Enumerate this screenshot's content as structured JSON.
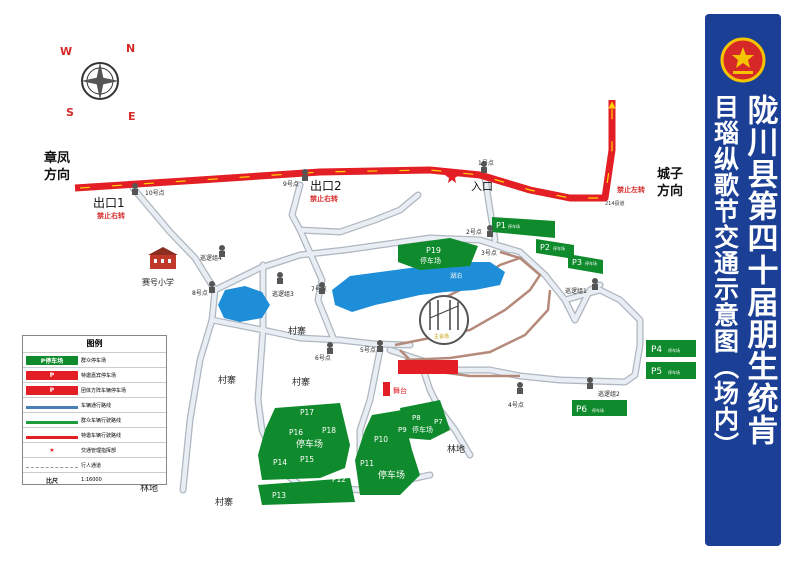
{
  "title_line1": "陇川县第四十届朋生统肯",
  "title_line2": "目瑙纵歌节交通示意图（场内）",
  "directions": {
    "west": "章凤方向",
    "east": "城子方向"
  },
  "exits": [
    {
      "label": "出口1",
      "rule": "禁止右转"
    },
    {
      "label": "出口2",
      "rule": "禁止右转"
    }
  ],
  "entrance": {
    "label": "入口",
    "rule": "禁止左转"
  },
  "points": [
    "1号点",
    "2号点",
    "3号点",
    "4号点",
    "5号点",
    "6号点",
    "7号点",
    "8号点",
    "9号点",
    "10号点"
  ],
  "patrols": [
    "巡逻组1",
    "巡逻组2",
    "巡逻组3",
    "巡逻组4"
  ],
  "school": "赛号小学",
  "venue": "主会场",
  "stage": "舞台",
  "area_labels": [
    "村寨",
    "村寨",
    "村寨",
    "村寨",
    "林地",
    "林地"
  ],
  "lake_label": "湖泊",
  "road_label": "214县道",
  "small_lot_caption": "停车场",
  "parking": {
    "p19": [
      "P19",
      "停车场"
    ],
    "p_small": [
      "P1",
      "P2",
      "P3",
      "P4",
      "P5",
      "P6"
    ],
    "big_left": [
      "P17",
      "P16",
      "停车场",
      "P18",
      "P14",
      "P15",
      "P13",
      "P12"
    ],
    "big_mid": [
      "P10",
      "P11",
      "停车场"
    ],
    "big_right": [
      "P8",
      "P9",
      "停车场",
      "P7"
    ]
  },
  "legend": {
    "title": "图例",
    "rows": [
      {
        "sym": "P停车场",
        "text": "群众停车场"
      },
      {
        "sym": "P",
        "text": "特邀嘉宾停车场"
      },
      {
        "sym": "P",
        "text": "团体方阵车辆停车场"
      },
      {
        "sym": "",
        "text": "车辆通行路线"
      },
      {
        "sym": "",
        "text": "群众车辆行驶路线"
      },
      {
        "sym": "",
        "text": "特邀车辆行驶路线"
      },
      {
        "sym": "★",
        "text": "交通管理指挥部"
      },
      {
        "sym": "",
        "text": "行人通道"
      },
      {
        "sym": "比尺",
        "text": "1:16000"
      }
    ]
  },
  "compass": [
    "W",
    "N",
    "S",
    "E"
  ],
  "colors": {
    "side_panel": "#1b3f95",
    "main_road": "#e31e24",
    "lake": "#1e8ed8",
    "parking": "#0f8a2c",
    "road": "#e9eef4"
  },
  "icons": [
    "compass-icon",
    "police-emblem-icon",
    "traffic-officer-icon",
    "star-icon",
    "school-icon"
  ]
}
